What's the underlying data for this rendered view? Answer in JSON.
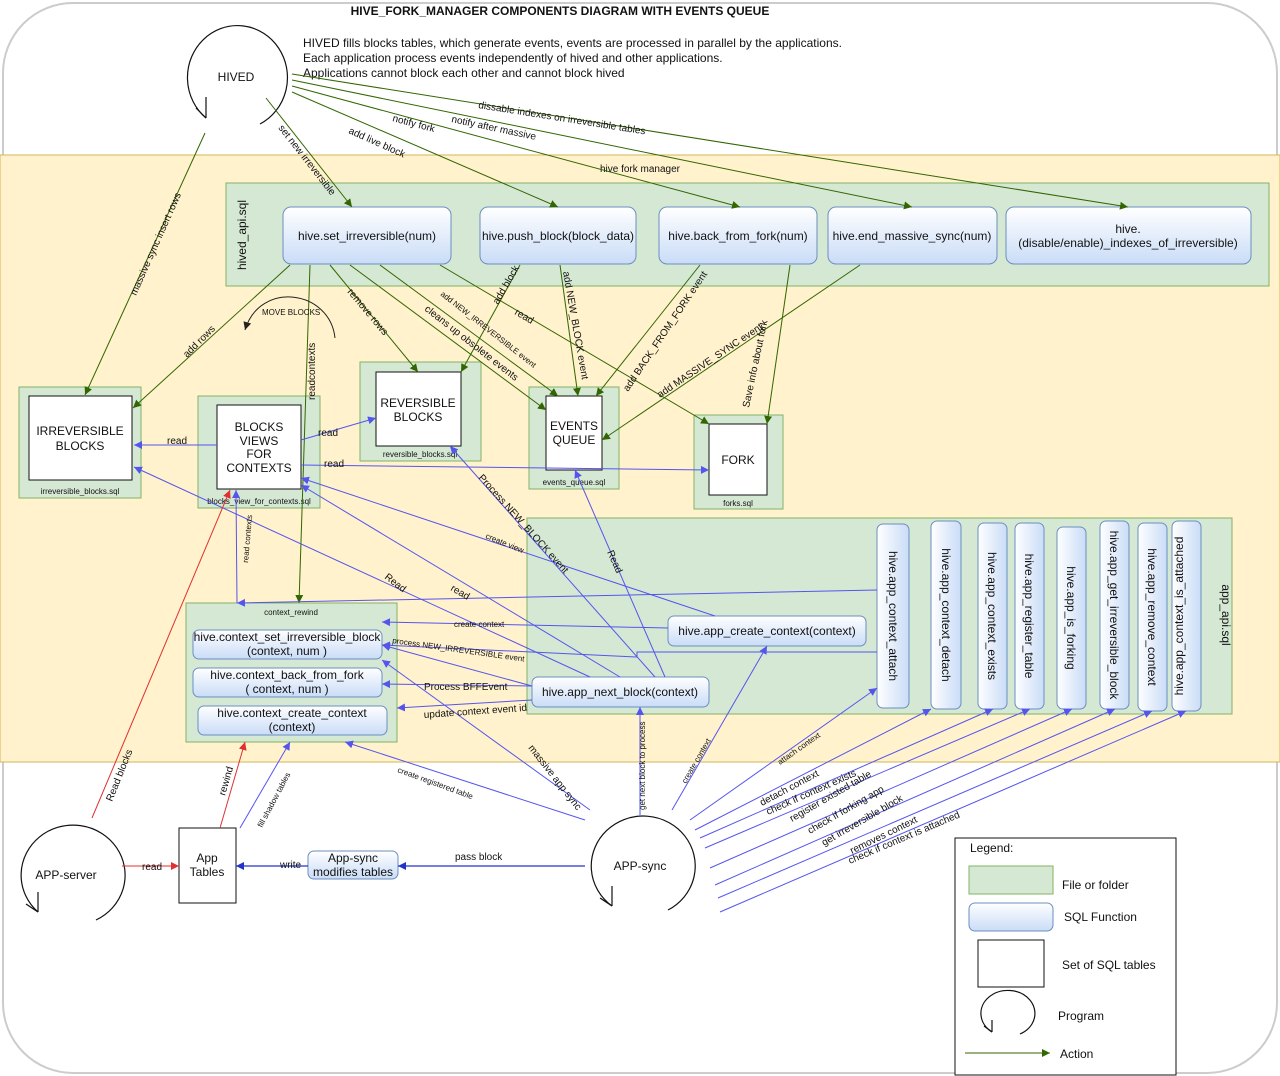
{
  "title": "HIVE_FORK_MANAGER COMPONENTS DIAGRAM WITH EVENTS QUEUE",
  "description": [
    "HIVED fills blocks tables, which generate events, events are processed in parallel by the applications.",
    "Each application process events independently of hived and other applications.",
    "Applications cannot block each other and cannot block hived"
  ],
  "colors": {
    "file_fill": "#d5e8d4",
    "file_stroke": "#82b366",
    "region_fill": "#fff2cc",
    "region_stroke": "#d6b656",
    "func_fill_top": "#ffffff",
    "func_fill_bottom": "#dae8fc",
    "func_stroke": "#6c8ebf",
    "action": "#336600",
    "blue_arrow": "#6666ee",
    "red_arrow": "#e03030",
    "dark_blue_arrow": "#2233cc"
  },
  "programs": {
    "hived": "HIVED",
    "app_server": "APP-server",
    "app_sync": "APP-sync"
  },
  "regions": {
    "hive_fork_manager": "hive fork manager",
    "hived_api": "hived_api.sql",
    "app_api": "app_api.sql"
  },
  "files": {
    "irreversible": "irreversible_blocks.sql",
    "blocks_view": "blocks_view_for_contexts.sql",
    "reversible": "reversible_blocks.sql",
    "events_queue": "events_queue.sql",
    "forks": "forks.sql",
    "context_rewind": "context_rewind"
  },
  "tables": {
    "irreversible": [
      "IRREVERSIBLE",
      "BLOCKS"
    ],
    "blocks_view": [
      "BLOCKS",
      "VIEWS",
      "FOR",
      "CONTEXTS"
    ],
    "reversible": [
      "REVERSIBLE",
      "BLOCKS"
    ],
    "events_queue": [
      "EVENTS",
      "QUEUE"
    ],
    "fork": [
      "FORK"
    ],
    "app_tables": [
      "App",
      "Tables"
    ]
  },
  "hived_functions": {
    "set_irreversible": "hive.set_irreversible(num)",
    "push_block": "hive.push_block(block_data)",
    "back_from_fork": "hive.back_from_fork(num)",
    "end_massive_sync": "hive.end_massive_sync(num)",
    "disable_indexes": [
      "hive.",
      "(disable/enable)_indexes_of_irreversible)"
    ]
  },
  "context_functions": {
    "set_irreversible_block": [
      "hive.context_set_irreversible_block",
      "(context, num )"
    ],
    "back_from_fork": [
      "hive.context_back_from_fork",
      "( context, num )"
    ],
    "create_context": [
      "hive.context_create_context",
      "(context)"
    ]
  },
  "app_functions": {
    "create_context": "hive.app_create_context(context)",
    "next_block": "hive.app_next_block(context)",
    "context_attach": "hive.app_context_attach",
    "context_detach": "hive.app_context_detach",
    "context_exists": "hive.app_context_exists",
    "register_table": "hive.app_register_table",
    "is_forking": "hive.app_is_forking",
    "get_irreversible_block": "hive.app_get_irreversible_block",
    "remove_context": "hive.app_remove_context",
    "context_is_attached": "hive.app_context_is_attached"
  },
  "app_sync_modifies": [
    "App-sync",
    "modifies tables"
  ],
  "edge_labels": {
    "disable_indexes": "dissable indexes on irreversible tables",
    "notify_fork": "notify fork",
    "notify_massive": "notify after massive",
    "add_live_block": "add live block",
    "set_new_irreversible": "set new irreversible",
    "massive_sync_insert": "massive sync insert rows",
    "add_rows": "add rows",
    "move_blocks": "MOVE BLOCKS",
    "remove_rows": "remove rows",
    "readcontexts": "readcontexts",
    "add_new_irreversible_event": "add NEW_IRREVERSIBLE event",
    "cleans_up": "cleans up obsolete events",
    "add_block": "add block",
    "read": "read",
    "add_new_block_event": "add NEW_BLOCK event",
    "add_back_from_fork": "add BACK_FROM_FORK event",
    "add_massive_sync": "add MASSIVE_SYNC event",
    "save_info_fork": "Save info about fork",
    "read_cap": "Read",
    "process_new_block": "Process NEW_BLOCK event",
    "create_view": "create view",
    "read_contexts_small": "read contexts",
    "create_context": "create context",
    "process_new_irreversible": "process NEW_IRREVERSIBLE event",
    "process_bffe": "Process BFFEvent",
    "update_context_event": "update context event id",
    "massive_app_sync": "massive app sync",
    "create_registered_table": "create registered table",
    "get_next_block": "get next block to process",
    "create_context_short": "create context",
    "attach_context": "attach context",
    "detach_context": "detach context",
    "check_context_exists": "check if context exists",
    "register_existed_table": "register existed table",
    "check_forking_app": "check if forking app",
    "get_irreversible_block": "get irreversible block",
    "removes_context": "removes context",
    "check_context_attached": "check if context is attached",
    "read_blocks": "Read blocks",
    "rewind": "rewind",
    "fill_shadow": "fill shadow tables",
    "write": "write",
    "pass_block": "pass block"
  },
  "legend": {
    "title": "Legend:",
    "file": "File or folder",
    "function": "SQL Function",
    "tables": "Set of SQL tables",
    "program": "Program",
    "action": "Action"
  }
}
